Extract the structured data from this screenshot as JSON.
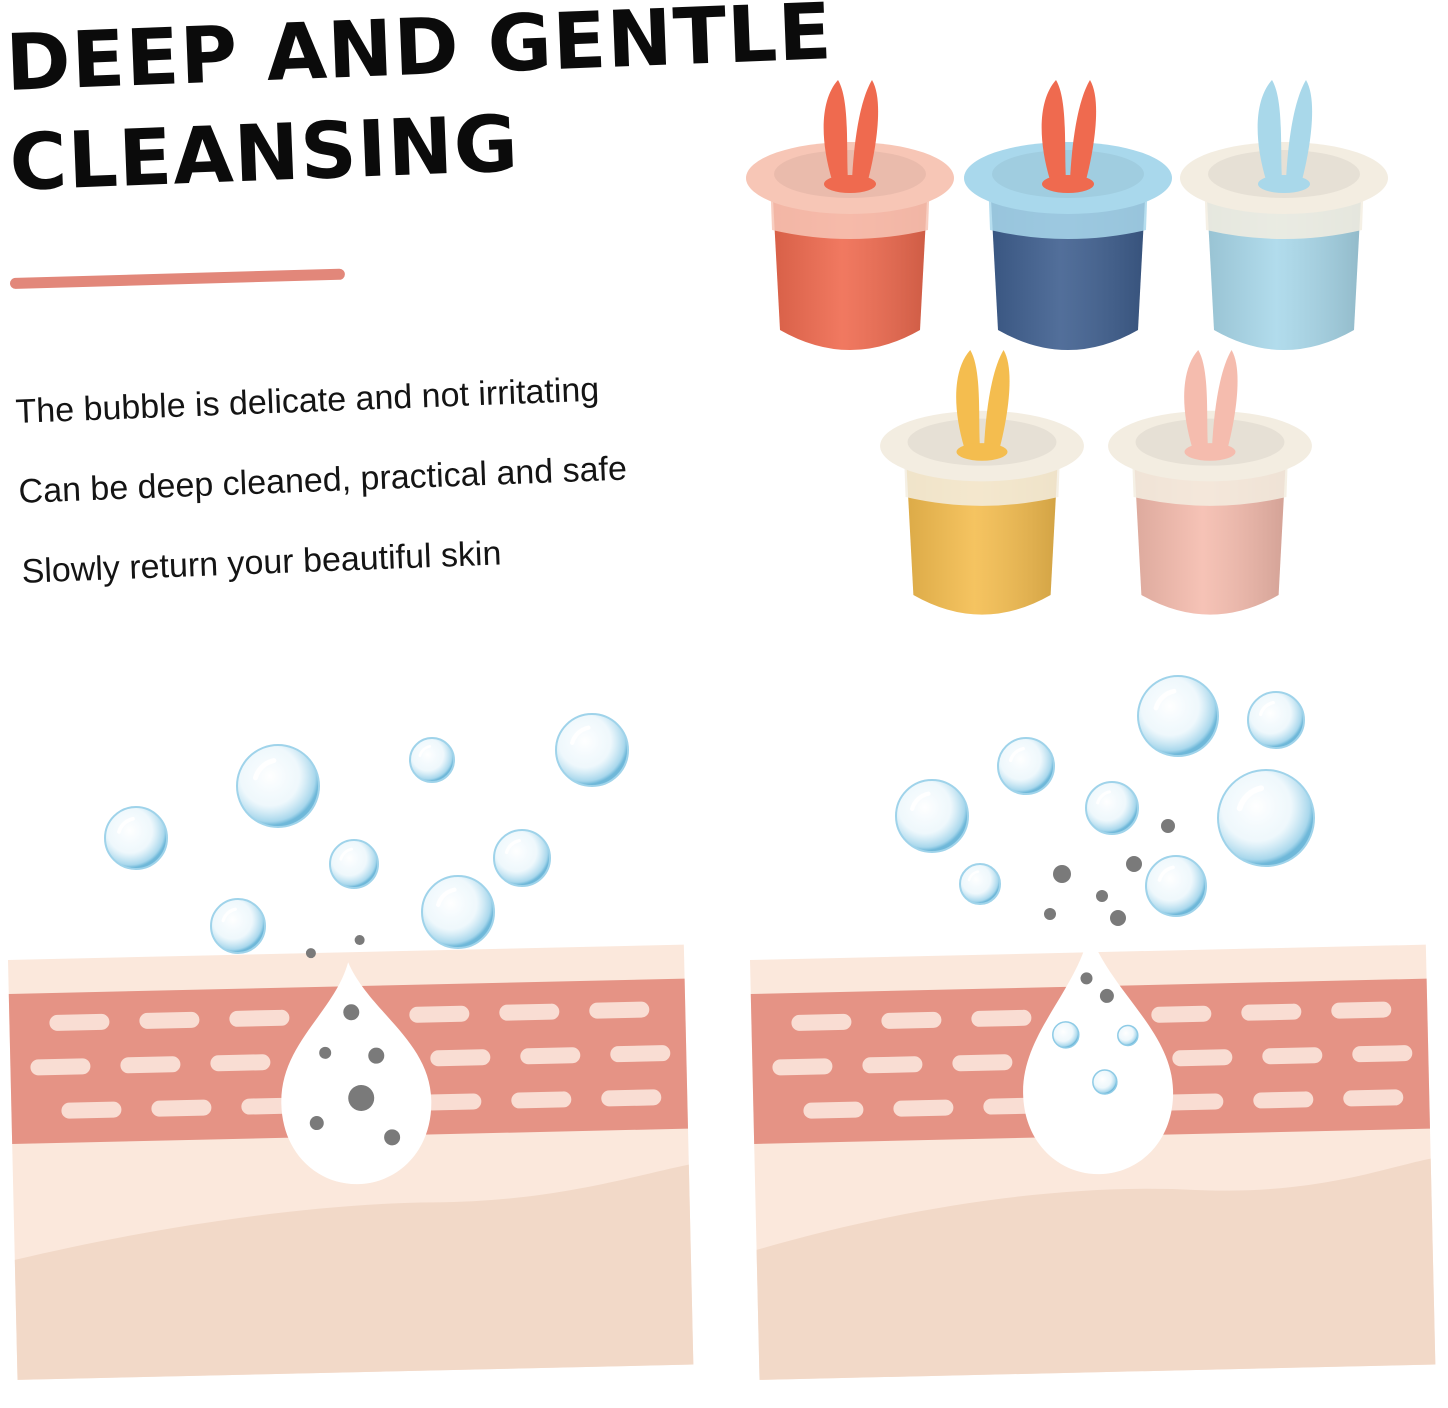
{
  "headline": {
    "line1": "DEEP AND GENTLE",
    "line2": "CLEANSING"
  },
  "features": [
    "The bubble is delicate and not irritating",
    "Can be deep cleaned, practical and safe",
    "Slowly return your beautiful skin"
  ],
  "colors": {
    "accent": "#e2877a",
    "skin_band": "#e59385",
    "skin_light": "#fbe6da",
    "skin_lower": "#f7dfce",
    "bubble": "#9fd3ea",
    "dirt": "#7a7a7a"
  },
  "products": [
    {
      "name": "red-cup",
      "body": "#ef6a4f",
      "lid": "#f7c6b6",
      "ears": "#ef6a4f"
    },
    {
      "name": "navy-cup",
      "body": "#3f5f8f",
      "lid": "#a9d8ec",
      "ears": "#ef6a4f"
    },
    {
      "name": "light-blue-cup",
      "body": "#a9d8ea",
      "lid": "#f3ede1",
      "ears": "#a9d8ea"
    },
    {
      "name": "yellow-cup",
      "body": "#f4bd4f",
      "lid": "#f3ede1",
      "ears": "#f4bd4f"
    },
    {
      "name": "pink-cup",
      "body": "#f5bcae",
      "lid": "#f3ede1",
      "ears": "#f5bcae"
    }
  ]
}
